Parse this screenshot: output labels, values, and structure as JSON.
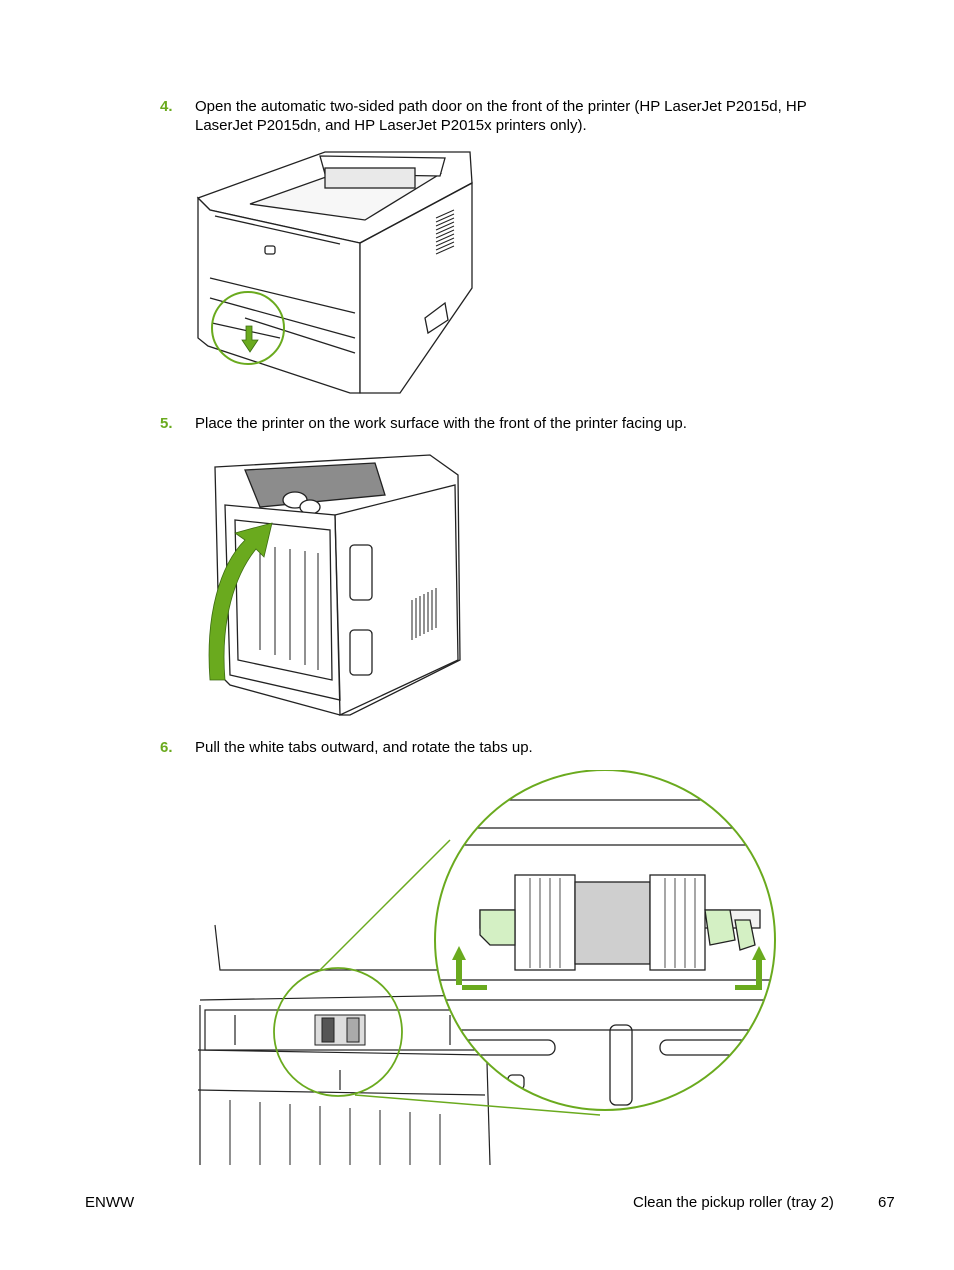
{
  "steps": [
    {
      "num": "4.",
      "text": "Open the automatic two-sided path door on the front of the printer (HP LaserJet P2015d, HP LaserJet P2015dn, and HP LaserJet P2015x printers only)."
    },
    {
      "num": "5.",
      "text": "Place the printer on the work surface with the front of the printer facing up."
    },
    {
      "num": "6.",
      "text": "Pull the white tabs outward, and rotate the tabs up."
    }
  ],
  "footer": {
    "left": "ENWW",
    "section": "Clean the pickup roller (tray 2)",
    "page": "67"
  },
  "colors": {
    "accent": "#6aaa1e",
    "highlight_fill": "#d4f0c4"
  }
}
